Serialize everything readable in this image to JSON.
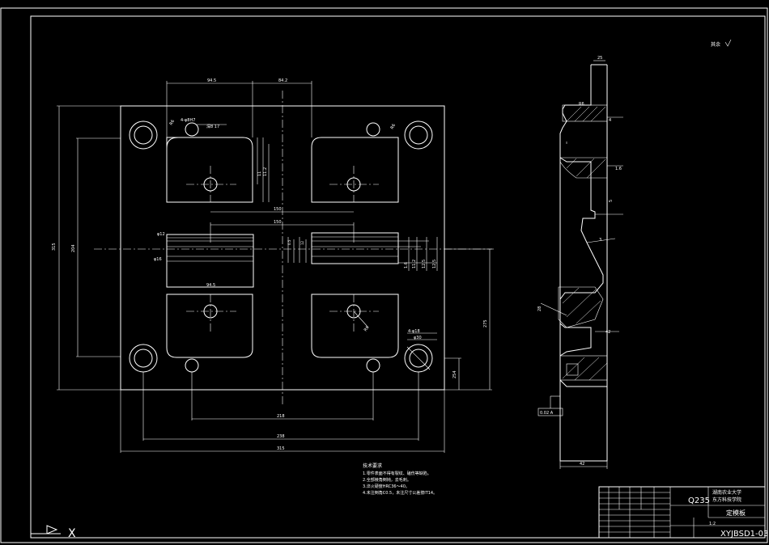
{
  "drawing": {
    "roughness_note": "其余",
    "axis_label": "X",
    "dimensions": {
      "top_hole_center": "4-φ8H7",
      "top_hole_depth": "深8 17",
      "top_r": "R6",
      "top_r2": "R6",
      "top_d1": "94.5",
      "top_d2": "84.2",
      "dim_150a": "150",
      "dim_150b": "150",
      "dim_left_outer": "315",
      "dim_left_inner": "204",
      "dim_right_v1": "275",
      "dim_right_v2": "254",
      "dim_bottom_1": "218",
      "dim_bottom_2": "238",
      "dim_bottom_3": "315",
      "dim_phi_right": "4-φ18",
      "dim_phi_right2": "φ30",
      "dim_small_a": "0.5",
      "dim_small_b": "12",
      "dim_small_c": "1.6",
      "dim_mid_v1": "11",
      "dim_mid_v2": "11.2",
      "dim_mid_v3": "12.5",
      "dim_mid_v4": "12.5",
      "dim_lr": "φ12",
      "dim_ls": "φ16",
      "dim_mid_label": "94.5",
      "dim_slot": "R6",
      "side_top": "25",
      "side_1": "4",
      "side_2": "1.6",
      "side_3": "5",
      "side_4": "3",
      "side_5": "28",
      "side_bottom": "42",
      "tolerance_box": "0.02 A",
      "datum": "A"
    },
    "notes": {
      "title": "技术要求",
      "lines": [
        "1.零件表面不得有裂纹、磕伤等缺陷。",
        "2.全部棱角倒钝，去毛刺。",
        "3.淬火硬度HRC36～40。",
        "4.未注倒角C0.5，未注尺寸公差按IT14。"
      ]
    },
    "title_block": {
      "material": "Q235",
      "school_1": "湖南农业大学",
      "school_2": "东方科技学院",
      "part_name": "定模板",
      "drawing_no": "XYJBSD1-03",
      "scale": "1:2"
    }
  }
}
